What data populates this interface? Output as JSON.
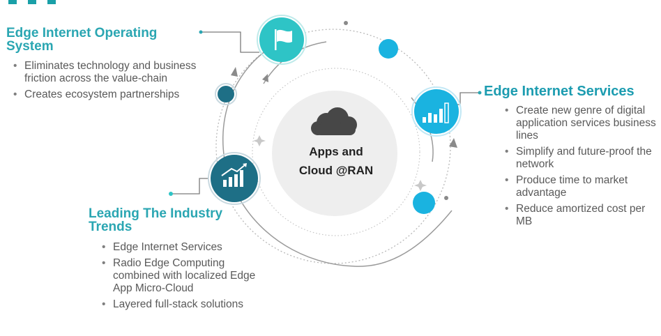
{
  "colors": {
    "teal": "#2ec4c6",
    "cyan": "#1ab3e0",
    "dark_teal": "#1e6f86",
    "heading_teal": "#2aa6b2",
    "center_gray": "#ececec",
    "cloud": "#4a4a4a",
    "body_text": "#595959"
  },
  "center": {
    "icon": "cloud-icon",
    "line1": "Apps and",
    "line2": "Cloud @RAN"
  },
  "sections": {
    "top_left": {
      "icon": "flag-icon",
      "title_line1": "Edge Internet Operating",
      "title_line2": "System",
      "bullets": [
        "Eliminates technology and business friction across the value-chain",
        "Creates ecosystem partnerships"
      ]
    },
    "right": {
      "icon": "bar-chart-icon",
      "title": "Edge Internet Services",
      "bullets": [
        "Create new genre of digital application services business lines",
        "Simplify and future-proof the network",
        "Produce time to market advantage",
        "Reduce amortized cost per MB"
      ]
    },
    "bottom_left": {
      "icon": "growth-chart-icon",
      "title_line1": "Leading The Industry",
      "title_line2": "Trends",
      "bullets": [
        "Edge Internet Services",
        "Radio Edge Computing combined with localized Edge App Micro-Cloud",
        "Layered full-stack solutions"
      ]
    }
  }
}
